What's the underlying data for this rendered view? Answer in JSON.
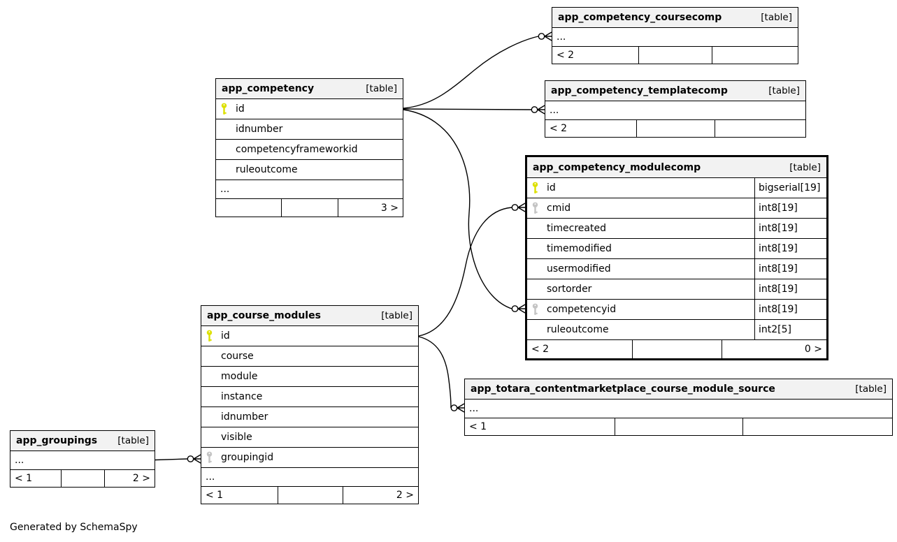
{
  "page": {
    "footer_note": "Generated by SchemaSpy"
  },
  "colors": {
    "primary_key_icon": "#dde000",
    "foreign_key_icon": "#c4c4c4",
    "table_header_bg": "#f2f2f2",
    "table_border": "#000000",
    "page_bg": "#ffffff"
  },
  "tables": [
    {
      "name": "app_competency_coursecomp",
      "tag": "[table]",
      "more": "...",
      "footer": {
        "left": "< 2",
        "center": "",
        "right": ""
      }
    },
    {
      "name": "app_competency_templatecomp",
      "tag": "[table]",
      "more": "...",
      "footer": {
        "left": "< 2",
        "center": "",
        "right": ""
      }
    },
    {
      "name": "app_competency_modulecomp",
      "tag": "[table]",
      "columns": [
        {
          "key": "primary",
          "name": "id",
          "type": "bigserial[19]"
        },
        {
          "key": "foreign",
          "name": "cmid",
          "type": "int8[19]"
        },
        {
          "key": "",
          "name": "timecreated",
          "type": "int8[19]"
        },
        {
          "key": "",
          "name": "timemodified",
          "type": "int8[19]"
        },
        {
          "key": "",
          "name": "usermodified",
          "type": "int8[19]"
        },
        {
          "key": "",
          "name": "sortorder",
          "type": "int8[19]"
        },
        {
          "key": "foreign",
          "name": "competencyid",
          "type": "int8[19]"
        },
        {
          "key": "",
          "name": "ruleoutcome",
          "type": "int2[5]"
        }
      ],
      "footer": {
        "left": "< 2",
        "center": "",
        "right": "0 >"
      }
    },
    {
      "name": "app_competency",
      "tag": "[table]",
      "columns": [
        {
          "key": "primary",
          "name": "id"
        },
        {
          "key": "",
          "name": "idnumber"
        },
        {
          "key": "",
          "name": "competencyframeworkid"
        },
        {
          "key": "",
          "name": "ruleoutcome"
        }
      ],
      "more": "...",
      "footer": {
        "left": "",
        "center": "",
        "right": "3 >"
      }
    },
    {
      "name": "app_course_modules",
      "tag": "[table]",
      "columns": [
        {
          "key": "primary",
          "name": "id"
        },
        {
          "key": "",
          "name": "course"
        },
        {
          "key": "",
          "name": "module"
        },
        {
          "key": "",
          "name": "instance"
        },
        {
          "key": "",
          "name": "idnumber"
        },
        {
          "key": "",
          "name": "visible"
        },
        {
          "key": "foreign",
          "name": "groupingid"
        }
      ],
      "more": "...",
      "footer": {
        "left": "< 1",
        "center": "",
        "right": "2 >"
      }
    },
    {
      "name": "app_groupings",
      "tag": "[table]",
      "more": "...",
      "footer": {
        "left": "< 1",
        "center": "",
        "right": "2 >"
      }
    },
    {
      "name": "app_totara_contentmarketplace_course_module_source",
      "tag": "[table]",
      "more": "...",
      "footer": {
        "left": "< 1",
        "center": "",
        "right": ""
      }
    }
  ],
  "relationships": [
    {
      "from": "app_competency.id",
      "to": "app_competency_coursecomp",
      "arrow": "crow-foot-dot"
    },
    {
      "from": "app_competency.id",
      "to": "app_competency_templatecomp",
      "arrow": "crow-foot-dot"
    },
    {
      "from": "app_competency.id",
      "to": "app_competency_modulecomp.competencyid",
      "arrow": "crow-foot-dot"
    },
    {
      "from": "app_course_modules.id",
      "to": "app_competency_modulecomp.cmid",
      "arrow": "crow-foot-dot"
    },
    {
      "from": "app_course_modules.id",
      "to": "app_totara_contentmarketplace_course_module_source",
      "arrow": "crow-foot-dot"
    },
    {
      "from": "app_groupings",
      "to": "app_course_modules.groupingid",
      "arrow": "crow-foot-dot"
    }
  ]
}
